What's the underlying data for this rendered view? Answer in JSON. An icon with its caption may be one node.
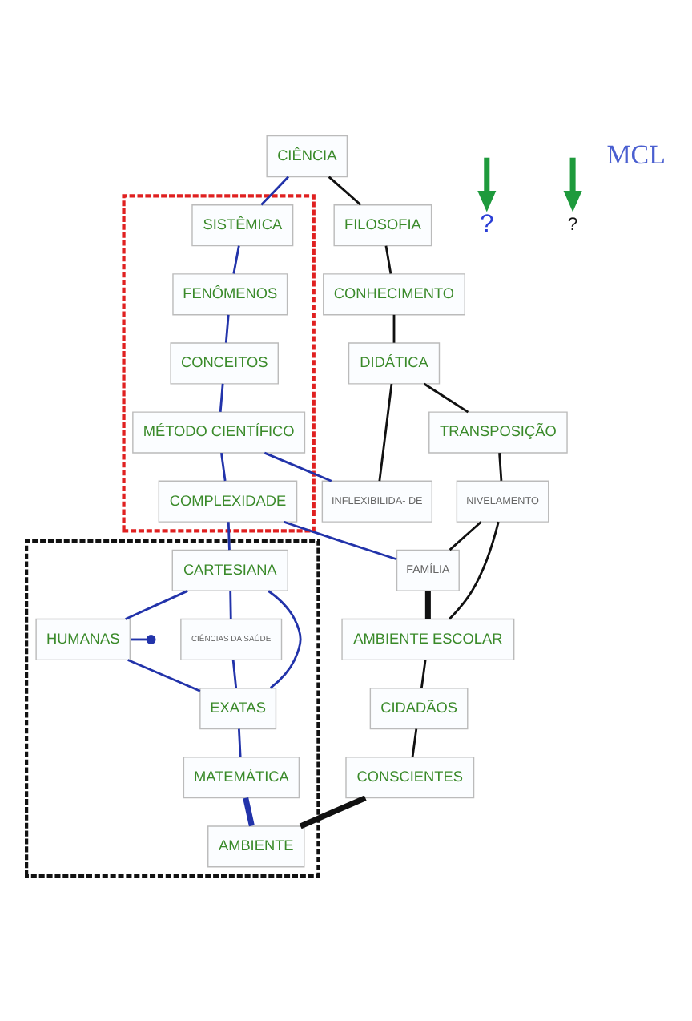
{
  "diagram": {
    "nodes": [
      {
        "text": [],
        "shape": "box"
      },
      {
        "text": [
          "CIÊNCIA"
        ]
      },
      {
        "text": [
          "SISTÊMICA"
        ],
        "in": 0
      },
      {
        "text": [
          "FENÔMENOS"
        ],
        "in": 0
      },
      {
        "text": [
          "CONCEITOS"
        ],
        "in": 0
      },
      {
        "text": [
          "MÉTODO CIENTÍFICO"
        ],
        "in": 0
      },
      {
        "text": [
          "COMPLEXIDADE"
        ],
        "in": 0
      },
      {
        "text": [
          "FILOSOFIA"
        ]
      },
      {
        "text": [
          "CONHECIMENTO"
        ]
      },
      {
        "text": [
          "?"
        ]
      },
      {
        "text": [
          "?"
        ]
      },
      {
        "text": [
          "DIDÁTICA"
        ]
      },
      {
        "text": [
          "INFLEXIBILIDA- DE"
        ]
      },
      {
        "text": [
          "TRANSPOSIÇÃO"
        ]
      },
      {
        "text": [
          "FAMÍLIA"
        ]
      },
      {
        "text": [
          "NIVELAMENTO"
        ]
      },
      {
        "text": [
          "AMBIENTE ESCOLAR"
        ]
      },
      {
        "text": [],
        "shape": "box"
      },
      {
        "text": [
          "CARTESIANA"
        ],
        "in": 17
      },
      {
        "text": [
          "HUMANAS"
        ],
        "in": 17
      },
      {
        "text": [
          "CIÊNCIAS DA SAÚDE"
        ],
        "in": 17
      },
      {
        "text": [
          "EXATAS"
        ],
        "in": 17
      },
      {
        "text": [
          "MATEMÁTICA"
        ],
        "in": 17
      },
      {
        "text": [
          "AMBIENTE"
        ],
        "in": 17
      },
      {
        "text": [
          "CIDADÃOS"
        ]
      },
      {
        "text": [
          "CONSCIENTES"
        ]
      }
    ],
    "edges": [
      {
        "from": 1,
        "to": 2,
        "arrow": "none"
      },
      {
        "from": 1,
        "to": 7,
        "arrow": "none",
        "color": "#111111"
      },
      {
        "from": 2,
        "to": 3,
        "arrow": "none"
      },
      {
        "from": 3,
        "to": 4,
        "arrow": "none"
      },
      {
        "from": 4,
        "to": 5,
        "arrow": "none"
      },
      {
        "from": 5,
        "to": 6,
        "arrow": "none"
      },
      {
        "from": 5,
        "to": 12,
        "arrow": "none"
      },
      {
        "from": null,
        "to": 9,
        "arrow": "to",
        "style": "thick",
        "color": "#1e9a3c"
      },
      {
        "from": null,
        "to": 10,
        "arrow": "to",
        "style": "thick",
        "color": "#1e9a3c"
      },
      {
        "from": 7,
        "to": 8,
        "arrow": "none",
        "color": "#111111"
      },
      {
        "from": 8,
        "to": 11,
        "arrow": "none",
        "color": "#111111"
      },
      {
        "from": 11,
        "to": 12,
        "arrow": "none",
        "color": "#111111"
      },
      {
        "from": 11,
        "to": 13,
        "arrow": "none",
        "color": "#111111"
      },
      {
        "from": 13,
        "to": 15,
        "arrow": "none",
        "color": "#111111"
      },
      {
        "from": 15,
        "to": 14,
        "arrow": "none",
        "color": "#111111"
      },
      {
        "from": 15,
        "to": 16,
        "arrow": "none",
        "color": "#111111"
      },
      {
        "from": 6,
        "to": 14,
        "arrow": "none"
      },
      {
        "from": 14,
        "to": 16,
        "arrow": "none",
        "style": "thick",
        "color": "#111111"
      },
      {
        "from": 6,
        "to": 18,
        "arrow": "none"
      },
      {
        "from": 18,
        "to": 19,
        "arrow": "none"
      },
      {
        "from": 18,
        "to": 21,
        "arrow": "none"
      },
      {
        "from": 19,
        "to": null,
        "arrow": "other"
      },
      {
        "from": 18,
        "to": 20,
        "arrow": "none"
      },
      {
        "from": 19,
        "to": 21,
        "arrow": "none"
      },
      {
        "from": 20,
        "to": 21,
        "arrow": "none"
      },
      {
        "from": 21,
        "to": 22,
        "arrow": "none"
      },
      {
        "from": 22,
        "to": 23,
        "arrow": "none",
        "style": "thick"
      },
      {
        "from": 16,
        "to": 24,
        "arrow": "none",
        "color": "#111111"
      },
      {
        "from": 24,
        "to": 25,
        "arrow": "none",
        "color": "#111111"
      },
      {
        "from": 25,
        "to": 23,
        "arrow": "none",
        "style": "thick",
        "color": "#111111"
      }
    ],
    "labels": [
      "MCL"
    ]
  }
}
